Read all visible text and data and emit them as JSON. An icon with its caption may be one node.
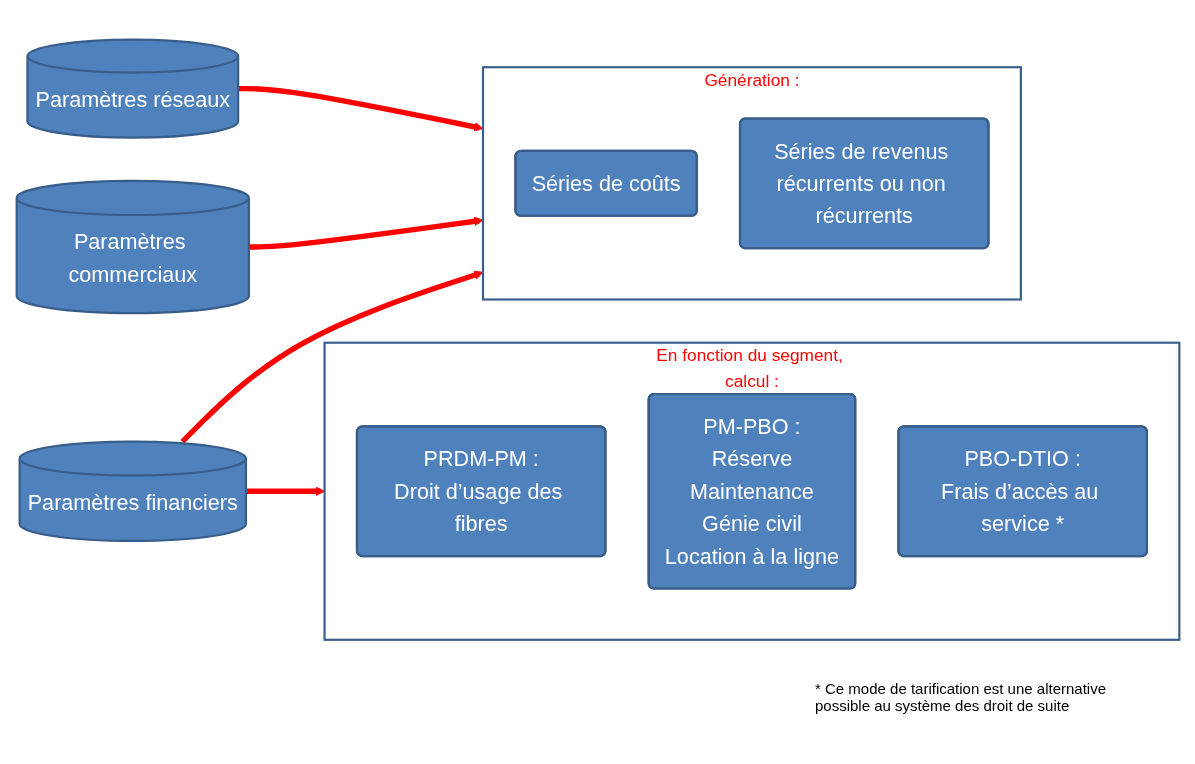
{
  "diagram": {
    "nodes": [
      {
        "text": [
          "Paramètres réseaux"
        ]
      },
      {
        "text": [
          "Paramètres commerciaux"
        ]
      },
      {
        "text": [
          "Génération :"
        ]
      },
      {
        "text": [
          "Séries de coûts"
        ],
        "in": 2
      },
      {
        "text": [
          "Séries de revenus récurrents ou non récurrents"
        ],
        "in": 2
      },
      {
        "text": [
          "Paramètres financiers"
        ]
      },
      {
        "text": [
          "En fonction du segment, calcul :"
        ]
      },
      {
        "text": [
          "PRDM-PM :",
          "Droit d’usage des fibres"
        ],
        "in": 6
      },
      {
        "text": [
          "PM-PBO :",
          "Réserve",
          "Maintenance",
          "Génie civil",
          "Location à la ligne"
        ],
        "in": 6
      },
      {
        "text": [
          "PBO-DTIO :",
          "Frais d’accès au service *"
        ],
        "in": 6
      }
    ],
    "edges": [
      {
        "from": 0,
        "to": 2,
        "arrow": "to"
      },
      {
        "from": 1,
        "to": 2,
        "arrow": "to"
      },
      {
        "from": 5,
        "to": 6,
        "arrow": "to"
      },
      {
        "from": 5,
        "to": 2,
        "arrow": "to"
      }
    ],
    "labels": [
      "* Ce mode de tarification est une alternative possible au système des droit de suite"
    ]
  }
}
